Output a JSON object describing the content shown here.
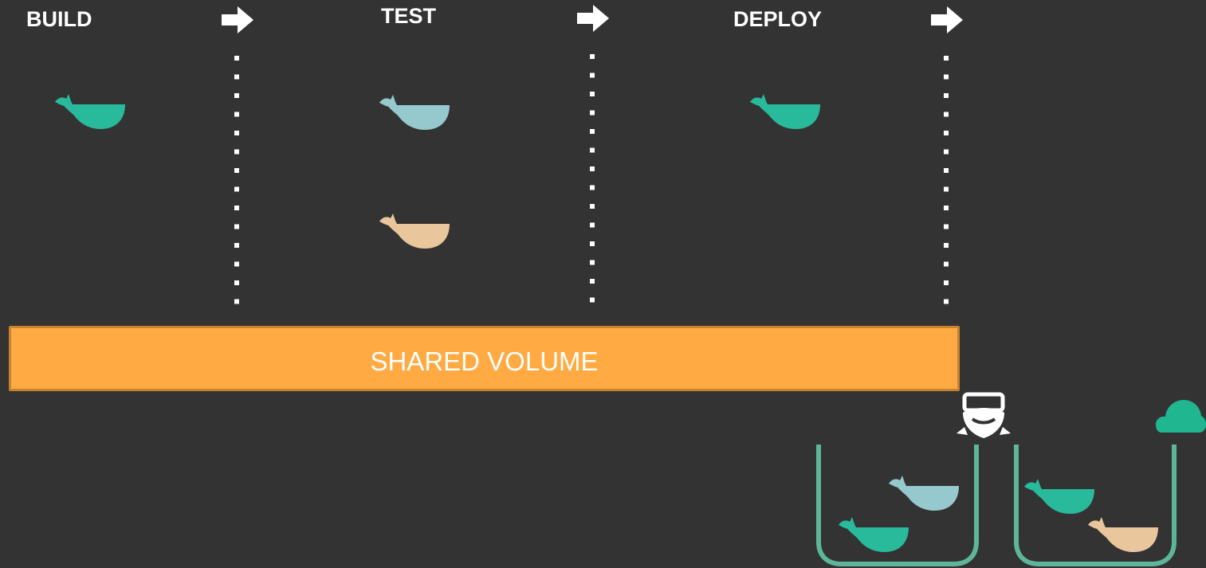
{
  "stages": [
    {
      "id": "build",
      "label": "BUILD"
    },
    {
      "id": "test",
      "label": "TEST"
    },
    {
      "id": "deploy",
      "label": "DEPLOY"
    }
  ],
  "shared_volume": {
    "label": "SHARED VOLUME"
  },
  "colors": {
    "background": "#333333",
    "whale_green": "#29b99b",
    "whale_blue": "#95c9ce",
    "whale_tan": "#e9c69c",
    "volume_fill": "#ffaa42",
    "volume_border": "#c9832f",
    "bucket": "#5db69a",
    "cloud": "#1fb690",
    "white": "#ffffff"
  },
  "icons": {
    "arrow": "arrow-right-icon",
    "whale": "whale-icon",
    "registry": "registry-badge-icon",
    "cloud": "cloud-icon"
  }
}
